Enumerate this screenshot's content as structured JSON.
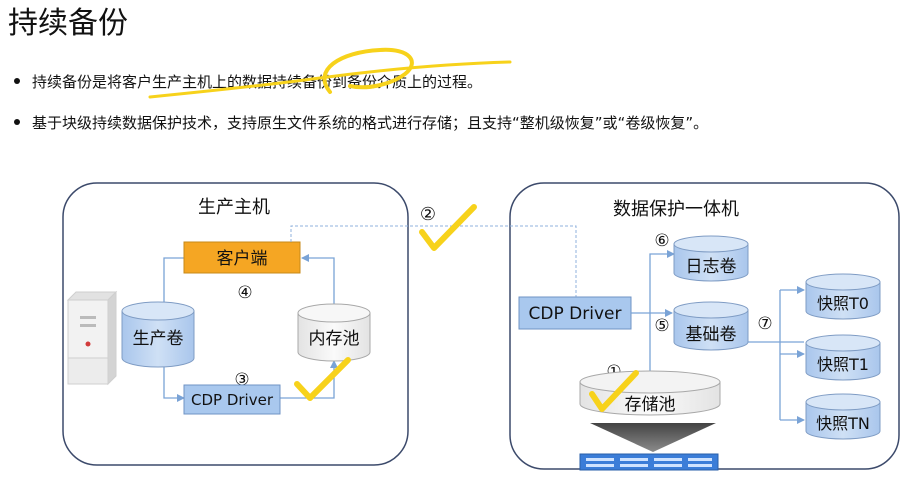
{
  "slide": {
    "title": "持续备份",
    "bullets": [
      "持续备份是将客户生产主机上的数据持续备份到备份介质上的过程。",
      "基于块级持续数据保护技术，支持原生文件系统的格式进行存储；且支持“整机级恢复”或“卷级恢复”。"
    ]
  },
  "diagram": {
    "left_panel": {
      "title": "生产主机",
      "client_label": "客户端",
      "prod_volume_label": "生产卷",
      "memory_pool_label": "内存池",
      "cdp_driver_label": "CDP Driver",
      "step4": "④",
      "step3": "③"
    },
    "right_panel": {
      "title": "数据保护一体机",
      "cdp_driver_label": "CDP Driver",
      "log_volume_label": "日志卷",
      "base_volume_label": "基础卷",
      "storage_pool_label": "存储池",
      "snapshot_labels": [
        "快照T0",
        "快照T1",
        "快照TN"
      ],
      "step6": "⑥",
      "step5": "⑤",
      "step7": "⑦",
      "step1": "①"
    },
    "step2": "②",
    "colors": {
      "client_fill": "#f5a623",
      "driver_fill": "#a9c8ee",
      "cylinder_fill": "#bcd3ef",
      "cylinder_light": "#f0f0f0",
      "arrow": "#7aa3d6",
      "panel_border": "#3c4a6b",
      "highlight_yellow": "#f7d21b"
    }
  }
}
